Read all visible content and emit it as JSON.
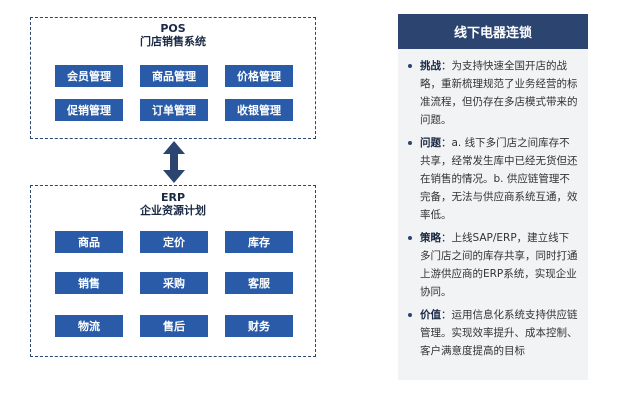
{
  "pos": {
    "title_line1": "POS",
    "title_line2": "门店销售系统",
    "modules": [
      "会员管理",
      "商品管理",
      "价格管理",
      "促销管理",
      "订单管理",
      "收银管理"
    ]
  },
  "erp": {
    "title_line1": "ERP",
    "title_line2": "企业资源计划",
    "modules": [
      "商品",
      "定价",
      "库存",
      "销售",
      "采购",
      "客服",
      "物流",
      "售后",
      "财务"
    ]
  },
  "panel": {
    "title": "线下电器连锁",
    "items": [
      {
        "term": "挑战",
        "text": "：为支持快速全国开店的战略，重新梳理规范了业务经营的标准流程，但仍存在多店模式带来的问题。"
      },
      {
        "term": "问题",
        "text": "：a. 线下多门店之间库存不共享，经常发生库中已经无货但还在销售的情况。b. 供应链管理不完备，无法与供应商系统互通，效率低。"
      },
      {
        "term": "策略",
        "text": "：上线SAP/ERP，建立线下多门店之间的库存共享，同时打通上游供应商的ERP系统，实现企业协同。"
      },
      {
        "term": "价值",
        "text": "：运用信息化系统支持供应链管理。实现效率提升、成本控制、客户满意度提高的目标"
      }
    ]
  },
  "colors": {
    "module_blue": "#2a5ba8",
    "navy": "#2c4570",
    "panel_bg": "#f2f3f5"
  }
}
